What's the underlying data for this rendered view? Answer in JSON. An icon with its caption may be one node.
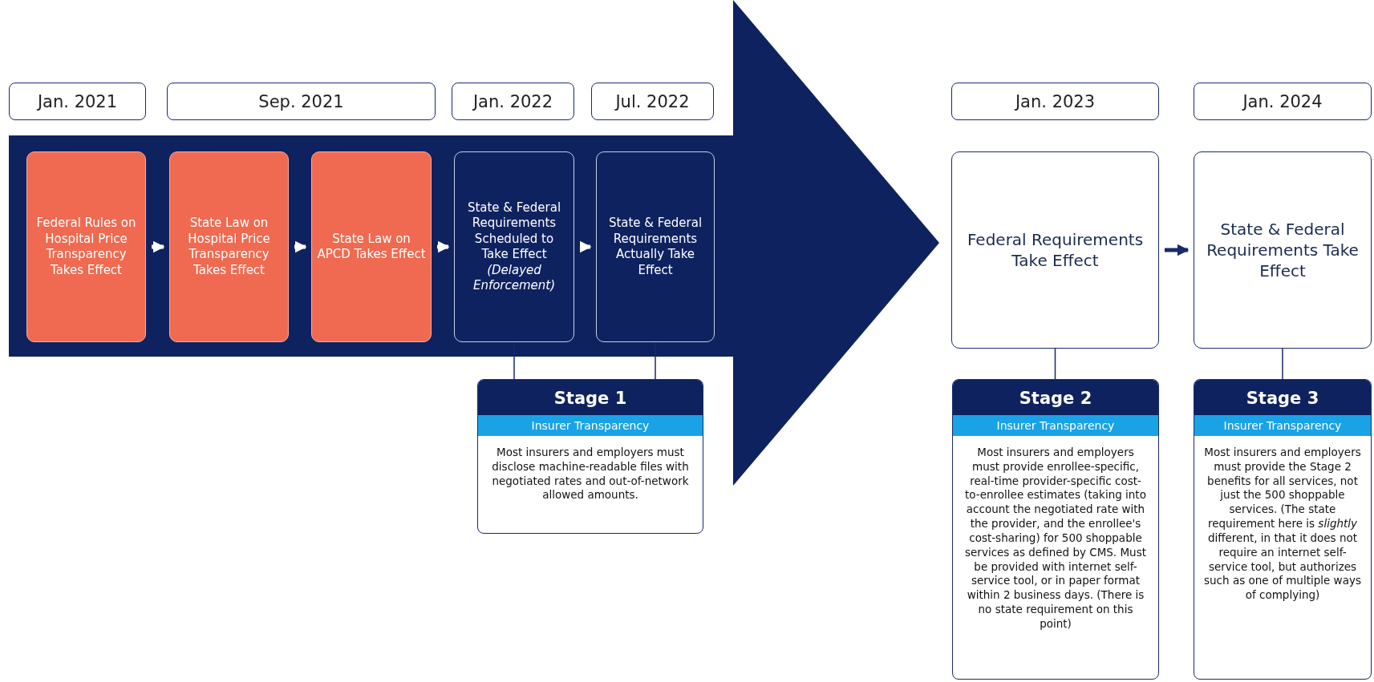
{
  "diagram": {
    "nodes": [
      {
        "text": [
          "Jan. 2021"
        ]
      },
      {
        "text": [
          "Sep. 2021"
        ]
      },
      {
        "text": [
          "Jan. 2022"
        ]
      },
      {
        "text": [
          "Jul. 2022"
        ]
      },
      {
        "text": [],
        "shape": "arrow"
      },
      {
        "text": [
          "Federal Rules on Hospital Price Transparency Takes Effect"
        ],
        "in": 4
      },
      {
        "text": [
          "State Law on Hospital Price Transparency Takes Effect"
        ],
        "in": 4
      },
      {
        "text": [
          "State Law on APCD Takes Effect"
        ],
        "in": 4
      },
      {
        "text": [
          "State & Federal Requirements Scheduled to Take Effect *(Delayed Enforcement)*"
        ],
        "in": 4
      },
      {
        "text": [
          "State & Federal Requirements Actually Take Effect"
        ],
        "in": 4
      },
      {
        "text": [
          "Stage 1",
          "Insurer Transparency",
          "Most insurers and employers must disclose machine-readable files with negotiated rates and out-of-network allowed amounts."
        ]
      },
      {
        "text": [
          "Jan. 2023"
        ]
      },
      {
        "text": [
          "Jan. 2024"
        ]
      },
      {
        "text": [
          "Federal Requirements Take Effect"
        ]
      },
      {
        "text": [
          "State & Federal Requirements Take Effect"
        ]
      },
      {
        "text": [
          "Stage 2",
          "Insurer Transparency",
          "Most insurers and employers must provide enrollee-specific, real-time provider-specific cost-to-enrollee estimates (taking into account the negotiated rate with the provider, and the enrollee's cost-sharing) for 500 shoppable services as defined by CMS. Must be provided with internet self-service tool, or in paper format within 2 business days. (There is no state requirement on this point)"
        ]
      },
      {
        "text": [
          "Stage 3",
          "Insurer Transparency",
          "Most insurers and employers must provide the Stage 2 benefits for all services, not just the 500 shoppable services. (The state requirement here is *slightly* different, in that it does not require an internet self-service tool, but authorizes such as one of multiple ways of complying)"
        ]
      }
    ],
    "edges": [
      {
        "from": 5,
        "to": 6,
        "arrow": "to",
        "color": "#ffffff"
      },
      {
        "from": 6,
        "to": 7,
        "arrow": "to",
        "color": "#ffffff"
      },
      {
        "from": 7,
        "to": 8,
        "arrow": "to",
        "color": "#ffffff"
      },
      {
        "from": 8,
        "to": 9,
        "arrow": "to",
        "color": "#ffffff"
      },
      {
        "from": 8,
        "to": 10,
        "arrow": "none"
      },
      {
        "from": 9,
        "to": 10,
        "arrow": "none"
      },
      {
        "from": 13,
        "to": 14,
        "arrow": "to"
      },
      {
        "from": 13,
        "to": 15,
        "arrow": "none"
      },
      {
        "from": 14,
        "to": 16,
        "arrow": "none"
      }
    ]
  }
}
